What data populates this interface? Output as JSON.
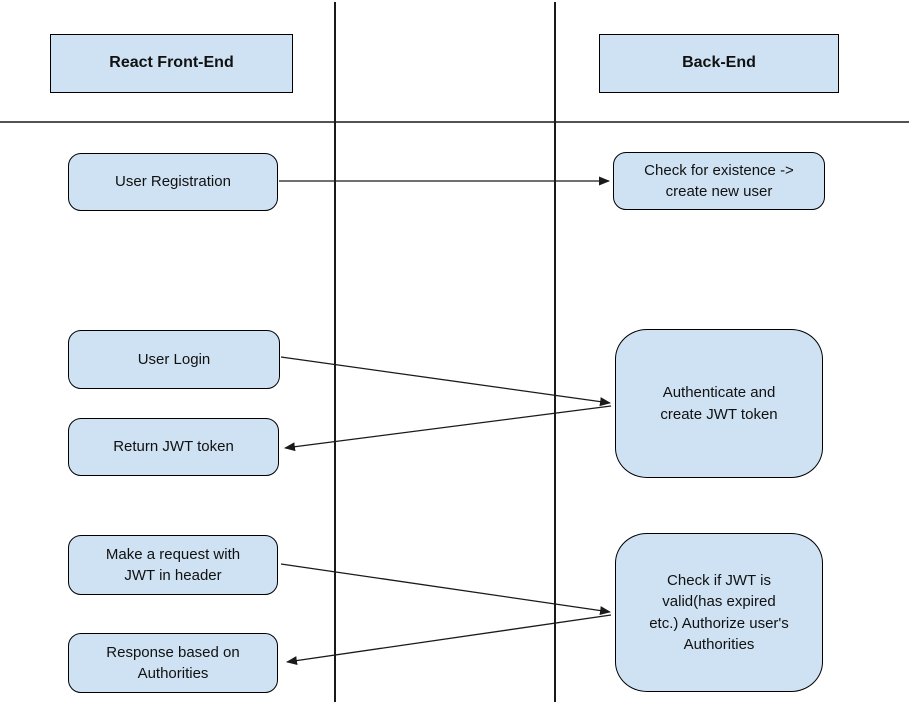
{
  "headers": {
    "left": {
      "label": "React Front-End"
    },
    "right": {
      "label": "Back-End"
    }
  },
  "nodes": {
    "user_registration": {
      "label": "User Registration"
    },
    "check_existence": {
      "label": "Check for existence ->\ncreate new user"
    },
    "user_login": {
      "label": "User Login"
    },
    "return_jwt": {
      "label": "Return JWT token"
    },
    "authenticate": {
      "label": "Authenticate and\ncreate JWT token"
    },
    "make_request": {
      "label": "Make a request with\nJWT in header"
    },
    "response": {
      "label": "Response based on\nAuthorities"
    },
    "check_jwt": {
      "label": "Check if JWT is\nvalid(has expired\netc.) Authorize user's\nAuthorities"
    }
  },
  "edges": [
    {
      "from": "user_registration",
      "to": "check_existence"
    },
    {
      "from": "user_login",
      "to": "authenticate"
    },
    {
      "from": "authenticate",
      "to": "return_jwt"
    },
    {
      "from": "make_request",
      "to": "check_jwt"
    },
    {
      "from": "check_jwt",
      "to": "response"
    }
  ],
  "colors": {
    "node_fill": "#cfe2f3",
    "node_border": "#000000",
    "line": "#1a1a1a",
    "text": "#111111"
  }
}
